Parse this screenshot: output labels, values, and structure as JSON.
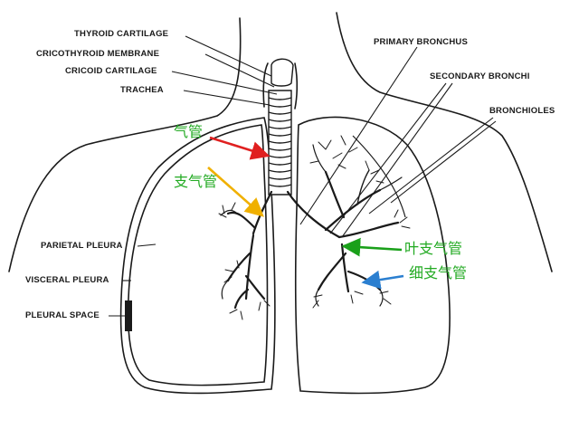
{
  "labels": {
    "thyroid_cartilage": "THYROID CARTILAGE",
    "cricothyroid_membrane": "CRICOTHYROID MEMBRANE",
    "cricoid_cartilage": "CRICOID CARTILAGE",
    "trachea": "TRACHEA",
    "primary_bronchus": "PRIMARY BRONCHUS",
    "secondary_bronchi": "SECONDARY BRONCHI",
    "bronchioles": "BRONCHIOLES",
    "parietal_pleura": "PARIETAL PLEURA",
    "visceral_pleura": "VISCERAL PLEURA",
    "pleural_space": "PLEURAL SPACE"
  },
  "annotations": {
    "trachea_zh": "气管",
    "bronchus_zh": "支气管",
    "lobar_bronchus_zh": "叶支气管",
    "bronchiole_zh": "细支气管"
  },
  "colors": {
    "ink": "#1a1a1a",
    "annotation_text": "#22aa22",
    "arrow_trachea": "#e02020",
    "arrow_bronchus": "#f0b000",
    "arrow_lobar": "#1aa01a",
    "arrow_bronchiole": "#2b7fd0"
  }
}
